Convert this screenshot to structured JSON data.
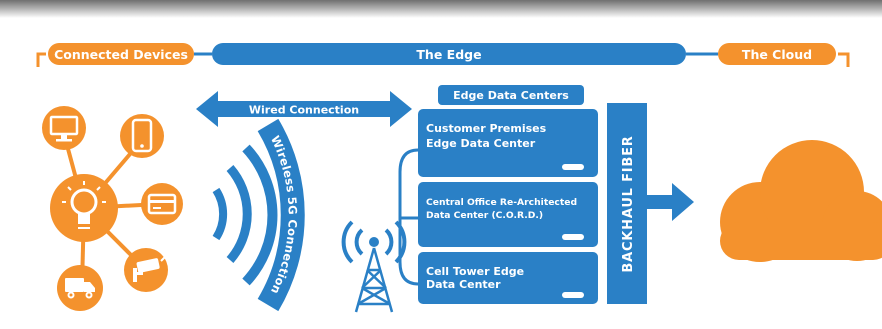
{
  "colors": {
    "blue": "#2a80c6",
    "orange": "#f4922d",
    "white": "#ffffff",
    "shadow": "#8a8a8a"
  },
  "header": {
    "connected_devices": "Connected Devices",
    "the_edge": "The Edge",
    "the_cloud": "The Cloud"
  },
  "links": {
    "wired": "Wired Connection",
    "wireless": "Wireless 5G Connection",
    "backhaul": "BACKHAUL FIBER"
  },
  "edge_data_centers": {
    "title": "Edge Data Centers",
    "items": [
      {
        "line1": "Customer Premises",
        "line2": "Edge Data Center"
      },
      {
        "line1": "Central Office Re-Architected",
        "line2": "Data Center (C.O.R.D.)"
      },
      {
        "line1": "Cell Tower Edge",
        "line2": "Data Center"
      }
    ]
  },
  "icons": {
    "hub": "lightbulb-icon",
    "devices": [
      "monitor-icon",
      "smartphone-icon",
      "credit-card-icon",
      "security-camera-icon",
      "delivery-truck-icon"
    ],
    "tower": "cell-tower-icon",
    "cloud": "cloud-icon"
  }
}
